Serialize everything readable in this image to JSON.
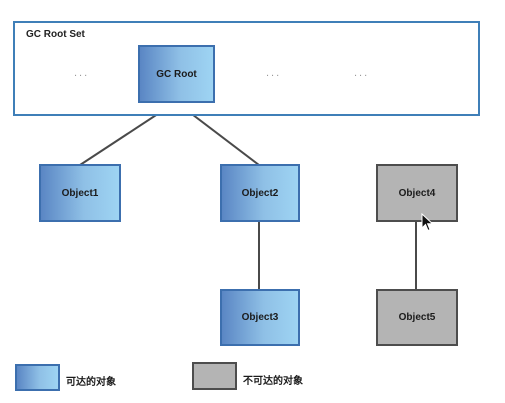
{
  "root_set": {
    "title": "GC Root Set",
    "ellipsis_left": "...",
    "ellipsis_mid": "...",
    "ellipsis_right": "..."
  },
  "nodes": {
    "gc_root": "GC Root",
    "object1": "Object1",
    "object2": "Object2",
    "object3": "Object3",
    "object4": "Object4",
    "object5": "Object5"
  },
  "legend": {
    "reachable_label": "可达的对象",
    "unreachable_label": "不可达的对象"
  },
  "colors": {
    "reachable": "#7fb0de",
    "unreachable": "#b4b4b4",
    "border": "#3f7fb8",
    "edge": "#4a4a4a"
  }
}
